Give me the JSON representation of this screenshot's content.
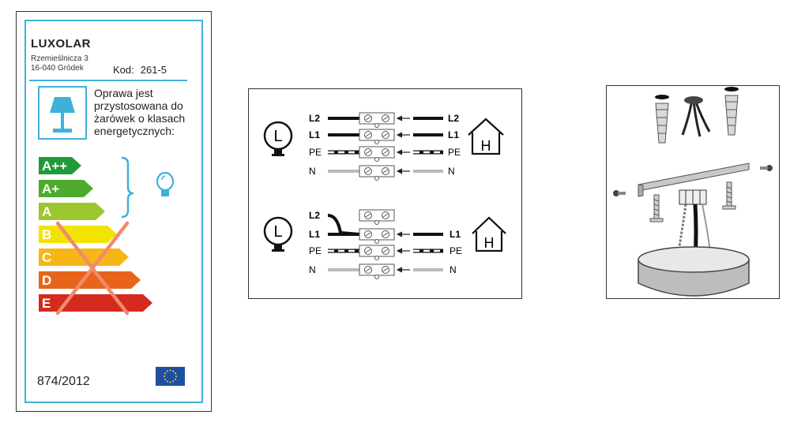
{
  "label": {
    "brand": "LUXOLAR",
    "address_line1": "Rzemieślnicza 3",
    "address_line2": "16-040 Gródek",
    "code_label": "Kod:",
    "code_value": "261-5",
    "description": "Oprawa jest przystosowana do żarówek o klasach energetycznych:",
    "regulation": "874/2012",
    "classes": [
      {
        "label": "A++",
        "color": "#1f9a3a",
        "crossed": false
      },
      {
        "label": "A+",
        "color": "#4daa2c",
        "crossed": false
      },
      {
        "label": "A",
        "color": "#9bc62d",
        "crossed": false
      },
      {
        "label": "B",
        "color": "#f2e300",
        "crossed": true
      },
      {
        "label": "C",
        "color": "#f6b616",
        "crossed": true
      },
      {
        "label": "D",
        "color": "#e8641b",
        "crossed": true
      },
      {
        "label": "E",
        "color": "#d52a1e",
        "crossed": true
      }
    ],
    "accent_color": "#3fb1d9",
    "cross_color": "#f08a6e"
  },
  "wiring": {
    "top": {
      "lamp_letter": "L",
      "house_letter": "H",
      "rows": [
        {
          "left": "L2",
          "right": "L2"
        },
        {
          "left": "L1",
          "right": "L1"
        },
        {
          "left": "PE",
          "right": "PE"
        },
        {
          "left": "N",
          "right": "N"
        }
      ]
    },
    "bottom": {
      "lamp_letter": "L",
      "house_letter": "H",
      "rows": [
        {
          "left": "L2",
          "right": ""
        },
        {
          "left": "L1",
          "right": "L1"
        },
        {
          "left": "PE",
          "right": "PE"
        },
        {
          "left": "N",
          "right": "N"
        }
      ]
    }
  }
}
